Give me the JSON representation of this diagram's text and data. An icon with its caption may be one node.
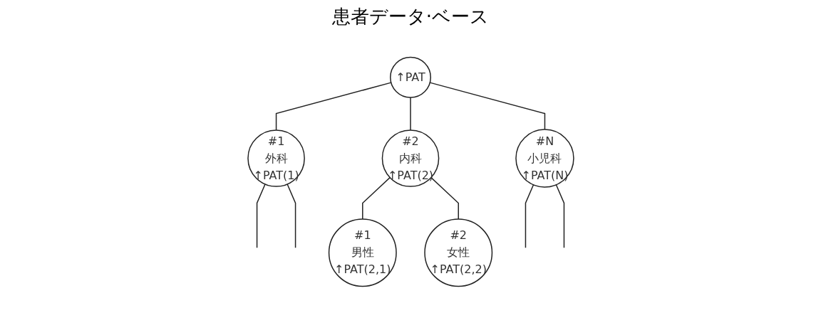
{
  "diagram": {
    "title": "患者データ·ベース",
    "nodes": [
      {
        "text": [
          "↑PAT"
        ]
      },
      {
        "text": [
          "#1",
          "外科",
          "↑PAT(1)"
        ]
      },
      {
        "text": [
          "#2",
          "内科",
          "↑PAT(2)"
        ]
      },
      {
        "text": [
          "#1",
          "男性",
          "↑PAT(2,1)"
        ]
      },
      {
        "text": [
          "#2",
          "女性",
          "↑PAT(2,2)"
        ]
      },
      {
        "text": [
          "#N",
          "小児科",
          "↑PAT(N)"
        ]
      }
    ],
    "edges": [
      {
        "from": 0,
        "to": 1,
        "arrow": "none"
      },
      {
        "from": 0,
        "to": 2,
        "arrow": "none"
      },
      {
        "from": 0,
        "to": 5,
        "arrow": "none"
      },
      {
        "from": 1,
        "to": null,
        "arrow": "none"
      },
      {
        "from": 1,
        "to": null,
        "arrow": "none"
      },
      {
        "from": 2,
        "to": 3,
        "arrow": "none"
      },
      {
        "from": 2,
        "to": 4,
        "arrow": "none"
      },
      {
        "from": 5,
        "to": null,
        "arrow": "none"
      },
      {
        "from": 5,
        "to": null,
        "arrow": "none"
      }
    ]
  }
}
